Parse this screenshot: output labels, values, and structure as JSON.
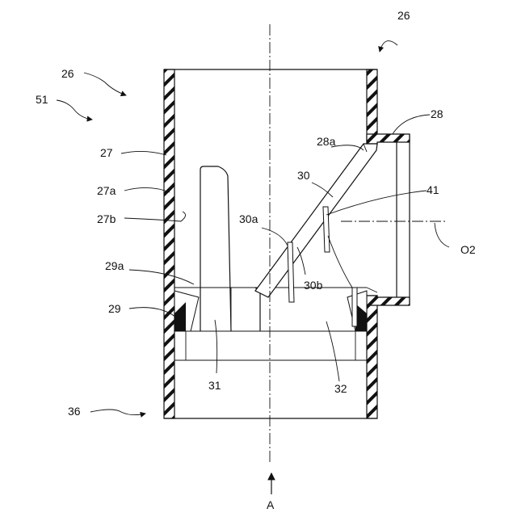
{
  "labels": {
    "l26_top_right": "26",
    "l26_left": "26",
    "l51": "51",
    "l28": "28",
    "l28a": "28a",
    "l27": "27",
    "l27a": "27a",
    "l27b": "27b",
    "l30": "30",
    "l41": "41",
    "l30a": "30a",
    "lO2": "O2",
    "l29a": "29a",
    "l30b": "30b",
    "l29": "29",
    "l31": "31",
    "l32": "32",
    "l36": "36",
    "lA": "A"
  }
}
